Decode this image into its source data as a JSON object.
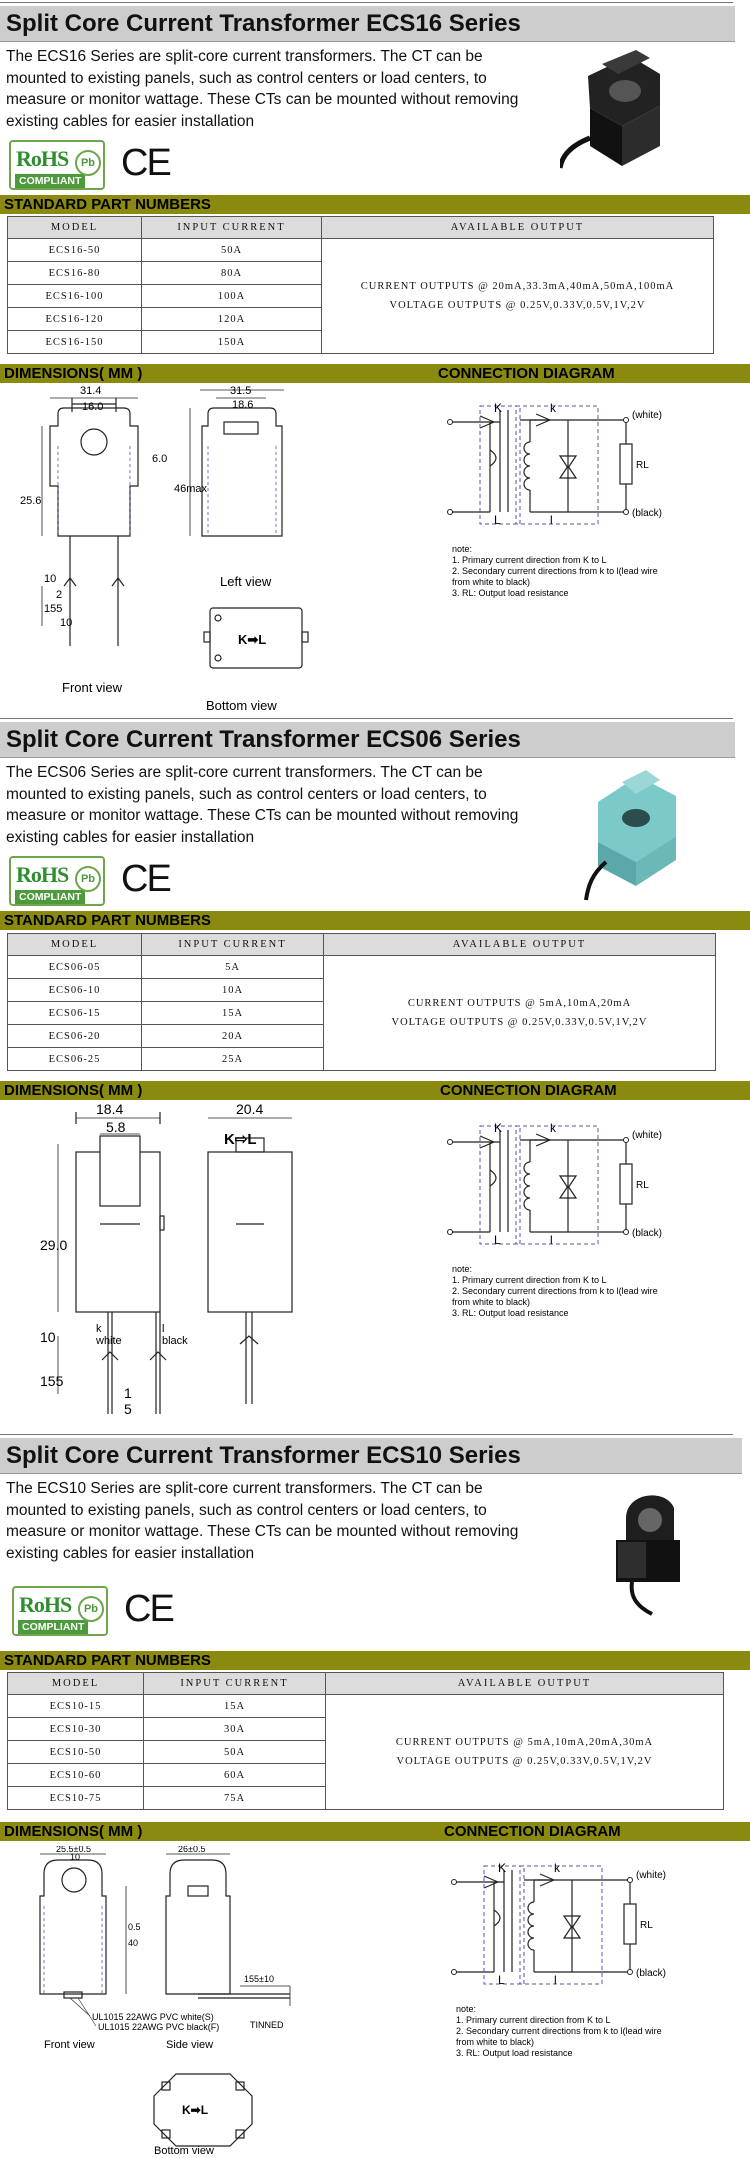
{
  "common": {
    "standard_part_numbers": "STANDARD PART NUMBERS",
    "dimensions": "DIMENSIONS( MM )",
    "connection_diagram": "CONNECTION DIAGRAM",
    "col_model": "MODEL",
    "col_input": "INPUT CURRENT",
    "col_output": "AVAILABLE OUTPUT",
    "rohs": "RoHS",
    "rohs_compliant": "COMPLIANT",
    "pb": "Pb",
    "ce": "CE",
    "diagram_labels": {
      "K": "K",
      "k": "k",
      "L": "L",
      "l": "l",
      "white": "(white)",
      "black": "(black)",
      "RL": "RL"
    },
    "notes": [
      "note:",
      "1.  Primary current direction from K to L",
      "2.  Secondary current directions from k to l(lead wire",
      "from white to black)",
      "3. RL: Output load resistance"
    ]
  },
  "products": [
    {
      "title": "Split Core Current Transformer ECS16 Series",
      "desc": [
        "The ECS16 Series are split-core current transformers. The CT can be",
        "mounted to existing panels, such as control centers or load centers, to",
        "measure or monitor wattage. These CTs can be mounted without removing",
        "existing cables for easier installation"
      ],
      "rows": [
        [
          "ECS16-50",
          "50A"
        ],
        [
          "ECS16-80",
          "80A"
        ],
        [
          "ECS16-100",
          "100A"
        ],
        [
          "ECS16-120",
          "120A"
        ],
        [
          "ECS16-150",
          "150A"
        ]
      ],
      "output": [
        "CURRENT OUTPUTS @ 20mA,33.3mA,40mA,50mA,100mA",
        "VOLTAGE OUTPUTS @ 0.25V,0.33V,0.5V,1V,2V"
      ],
      "dims": {
        "w1": "31.4",
        "w2": "16.0",
        "h1": "6.0",
        "h2": "25.6",
        "h3": "10",
        "h4": "2",
        "h5": "155",
        "h6": "10",
        "w3": "31.5",
        "w4": "18.6",
        "h7": "46max",
        "front": "Front view",
        "left": "Left view",
        "bottom": "Bottom view",
        "kl": "K➡L"
      }
    },
    {
      "title": "Split Core Current Transformer ECS06 Series",
      "desc": [
        "The ECS06 Series are split-core current transformers. The CT can be",
        "mounted to existing panels, such as control centers or load centers, to",
        "measure or monitor wattage. These CTs can be mounted without removing",
        "existing cables for easier installation"
      ],
      "rows": [
        [
          "ECS06-05",
          "5A"
        ],
        [
          "ECS06-10",
          "10A"
        ],
        [
          "ECS06-15",
          "15A"
        ],
        [
          "ECS06-20",
          "20A"
        ],
        [
          "ECS06-25",
          "25A"
        ]
      ],
      "output": [
        "CURRENT OUTPUTS @ 5mA,10mA,20mA",
        "VOLTAGE OUTPUTS @ 0.25V,0.33V,0.5V,1V,2V"
      ],
      "dims": {
        "w1": "18.4",
        "w2": "5.8",
        "w3": "20.4",
        "h1": "29.0",
        "h2": "10",
        "h3": "155",
        "h4": "1",
        "h5": "5",
        "k": "k",
        "white": "white",
        "l": "l",
        "black": "black",
        "kl": "K⇨L"
      }
    },
    {
      "title": "Split Core Current Transformer ECS10 Series",
      "desc": [
        "The ECS10 Series are split-core current transformers. The CT can be",
        "mounted to existing panels, such as control centers or load centers, to",
        "measure or monitor wattage. These CTs can be mounted without removing",
        "existing cables for easier installation"
      ],
      "rows": [
        [
          "ECS10-15",
          "15A"
        ],
        [
          "ECS10-30",
          "30A"
        ],
        [
          "ECS10-50",
          "50A"
        ],
        [
          "ECS10-60",
          "60A"
        ],
        [
          "ECS10-75",
          "75A"
        ]
      ],
      "output": [
        "CURRENT OUTPUTS @ 5mA,10mA,20mA,30mA",
        "VOLTAGE OUTPUTS @ 0.25V,0.33V,0.5V,1V,2V"
      ],
      "dims": {
        "w1": "25.5±0.5",
        "w2": "10",
        "w3": "26±0.5",
        "h1": "0.5",
        "h2": "40",
        "h3": "155±10",
        "lead1": "UL1015 22AWG PVC white(S)",
        "lead2": "UL1015 22AWG PVC black(F)",
        "tinned": "TINNED",
        "front": "Front view",
        "side": "Side view",
        "bottom": "Bottom view",
        "kl": "K➡L"
      }
    }
  ]
}
